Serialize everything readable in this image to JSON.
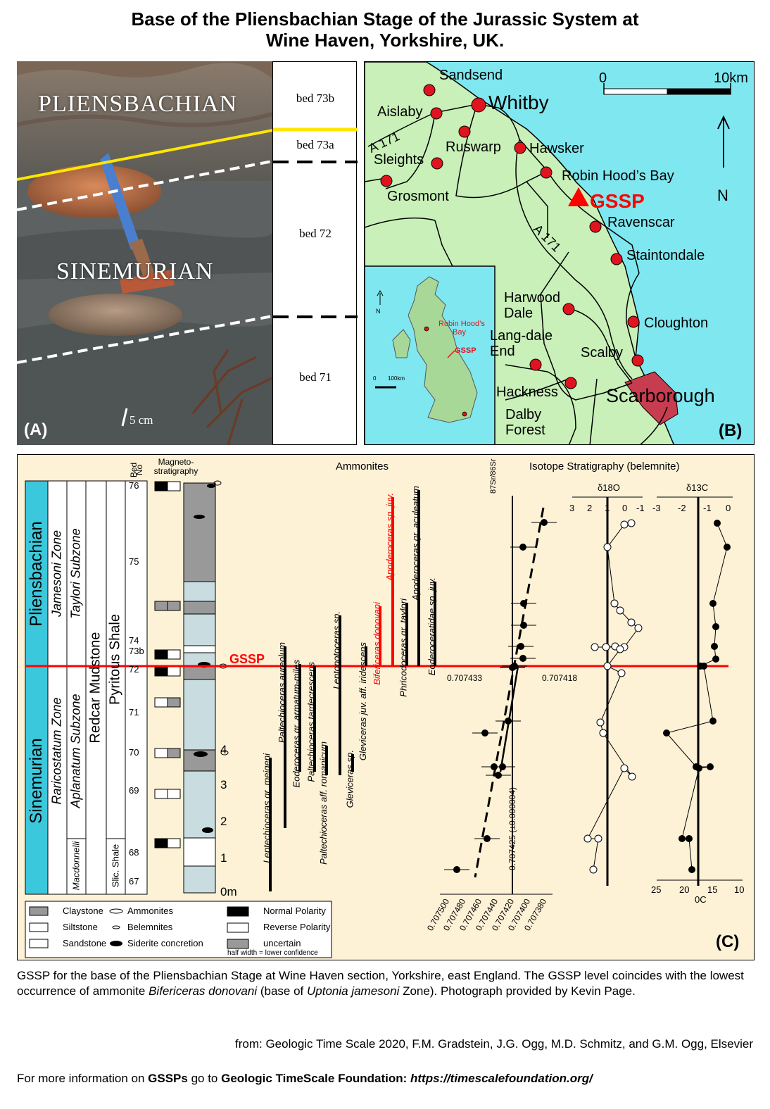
{
  "title": {
    "line1": "Base of the Pliensbachian Stage of the Jurassic System at",
    "line2": "Wine Haven, Yorkshire, UK."
  },
  "panel_a": {
    "tag": "(A)",
    "label_upper": "PLIENSBACHIAN",
    "label_lower": "SINEMURIAN",
    "scale_label": "5 cm",
    "beds": [
      "bed 73b",
      "bed 73a",
      "bed 72",
      "bed 71"
    ],
    "colors": {
      "gssp_line": "#ffe600",
      "boundary_dash": "#ffffff"
    }
  },
  "panel_b": {
    "tag": "(B)",
    "scale_start": "0",
    "scale_end": "10km",
    "north": "N",
    "gssp": "GSSP",
    "places": [
      "Sandsend",
      "Whitby",
      "Aislaby",
      "Ruswarp",
      "Hawsker",
      "Sleights",
      "Robin Hood’s Bay",
      "Grosmont",
      "Ravenscar",
      "A 171",
      "A 171",
      "Staintondale",
      "Harwood Dale",
      "Cloughton",
      "Lang-dale End",
      "Scalby",
      "Hackness",
      "Scarborough",
      "Dalby Forest"
    ],
    "inset": {
      "north": "N",
      "label1": "Robin Hood’s",
      "label2": "Bay",
      "gssp": "GSSP",
      "scale_start": "0",
      "scale_end": "100km"
    },
    "colors": {
      "sea": "#7fe7f0",
      "land": "#c8f0b8",
      "town": "#e0141e",
      "scarborough": "#c83c50"
    }
  },
  "panel_c": {
    "tag": "(C)",
    "stage_upper": "Pliensbachian",
    "stage_lower": "Sinemurian",
    "zone_upper": "Jamesoni Zone",
    "zone_lower": "Raricostatum Zone",
    "subzone_upper": "Taylori Subzone",
    "subzone_lower": "Aplanatum Subzone",
    "subzone_bottom": "Macdonnelli",
    "formation": "Redcar Mudstone",
    "member_upper": "Pyritous Shale",
    "member_lower": "Slic. Shale",
    "bed_header": [
      "Bed",
      "No"
    ],
    "bed_numbers": [
      "76",
      "75",
      "74",
      "73b",
      "72",
      "71",
      "70",
      "69",
      "68",
      "67"
    ],
    "magneto_header": [
      "Magneto-",
      "stratigraphy"
    ],
    "meters": [
      "4",
      "3",
      "2",
      "1",
      "0m"
    ],
    "gssp_label": "GSSP",
    "ammonites_header": "Ammonites",
    "ammonite_taxa": [
      "Leptechioceras gr. meigeni",
      "Paltechioceras aureolum",
      "Eoderoceras gr. armatum-miles",
      "Paltechioceras tardecrescens",
      "Paltechioceras aff. romanicum",
      "Leptonotoceras sp.",
      "Gleviceras sp.",
      "Gleviceras juv. aff. iridescens",
      "Bifericeras donovani",
      "Apoderoceras sp. juv.",
      "Phricodoceras gr. taylori",
      "Apoderoceras gr. aculeatum",
      "Eoderoceratidae sp. juv."
    ],
    "isotope_header": "Isotope Stratigraphy (belemnite)",
    "sr_label": "87Sr/86Sr",
    "sr_ticks": [
      "0.707500",
      "0.707480",
      "0.707460",
      "0.707440",
      "0.707420",
      "0.707400",
      "0.707380"
    ],
    "sr_line_label": "0.707425 (±0.000004)",
    "sr_annot_left": "0.707433",
    "sr_annot_right": "0.707418",
    "d18o_label": "δ18O",
    "d18o_ticks": [
      "3",
      "2",
      "1",
      "0",
      "-1"
    ],
    "d13c_label": "δ13C",
    "d13c_ticks": [
      "-3",
      "-2",
      "-1",
      "0"
    ],
    "temp_ticks": [
      "25",
      "20",
      "15",
      "10"
    ],
    "temp_unit": "0C",
    "legend": {
      "claystone": "Claystone",
      "siltstone": "Siltstone",
      "sandstone": "Sandstone",
      "ammonites": "Ammonites",
      "belemnites": "Belemnites",
      "siderite": "Siderite concretion",
      "normal": "Normal Polarity",
      "reverse": "Reverse Polarity",
      "uncertain": "uncertain",
      "halfwidth": "half width = lower confidence"
    },
    "colors": {
      "background": "#fdf1d6",
      "stage": "#3cc8dc",
      "gssp": "#ff0000",
      "column": "#c9dce0"
    }
  },
  "caption": {
    "part1": "GSSP for the base of the Pliensbachian Stage at Wine Haven section, Yorkshire, east England.  The GSSP level coincides with the lowest occurrence of ammonite ",
    "taxon1": "Bifericeras donovani",
    "part2": " (base of ",
    "taxon2": "Uptonia jamesoni",
    "part3": " Zone). Photograph provided by Kevin Page."
  },
  "source": "from: Geologic Time Scale 2020, F.M. Gradstein, J.G. Ogg, M.D. Schmitz, and G.M. Ogg, Elsevier",
  "more_info": {
    "prefix": "For more information on ",
    "gssps": "GSSPs",
    "middle": " go to ",
    "foundation": "Geologic TimeScale Foundation:",
    "url": "https://timescalefoundation.org/"
  }
}
